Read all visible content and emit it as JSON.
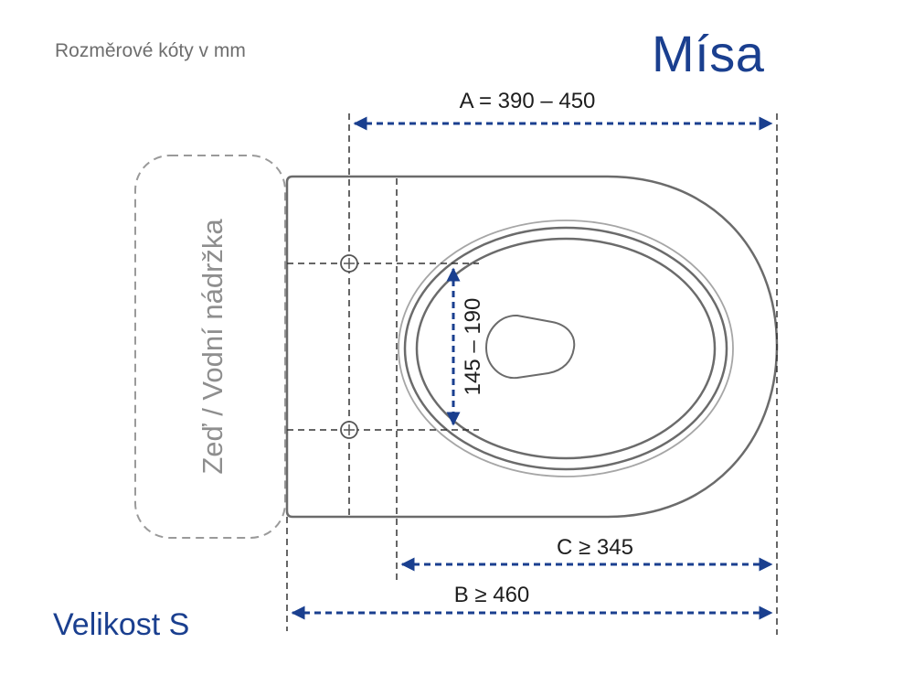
{
  "header": {
    "units_note": "Rozměrové kóty v mm",
    "title": "Mísa"
  },
  "wall": {
    "label": "Zeď / Vodní nádržka"
  },
  "dimensions": {
    "a": "A = 390 – 450",
    "b": "B ≥ 460",
    "c": "C ≥ 345",
    "bolt_spacing": "145 – 190"
  },
  "footer": {
    "size_label": "Velikost S"
  },
  "colors": {
    "accent": "#1a3f8f",
    "outline": "#6b6b6b",
    "dashed": "#333333",
    "wall": "#9a9a9a"
  }
}
